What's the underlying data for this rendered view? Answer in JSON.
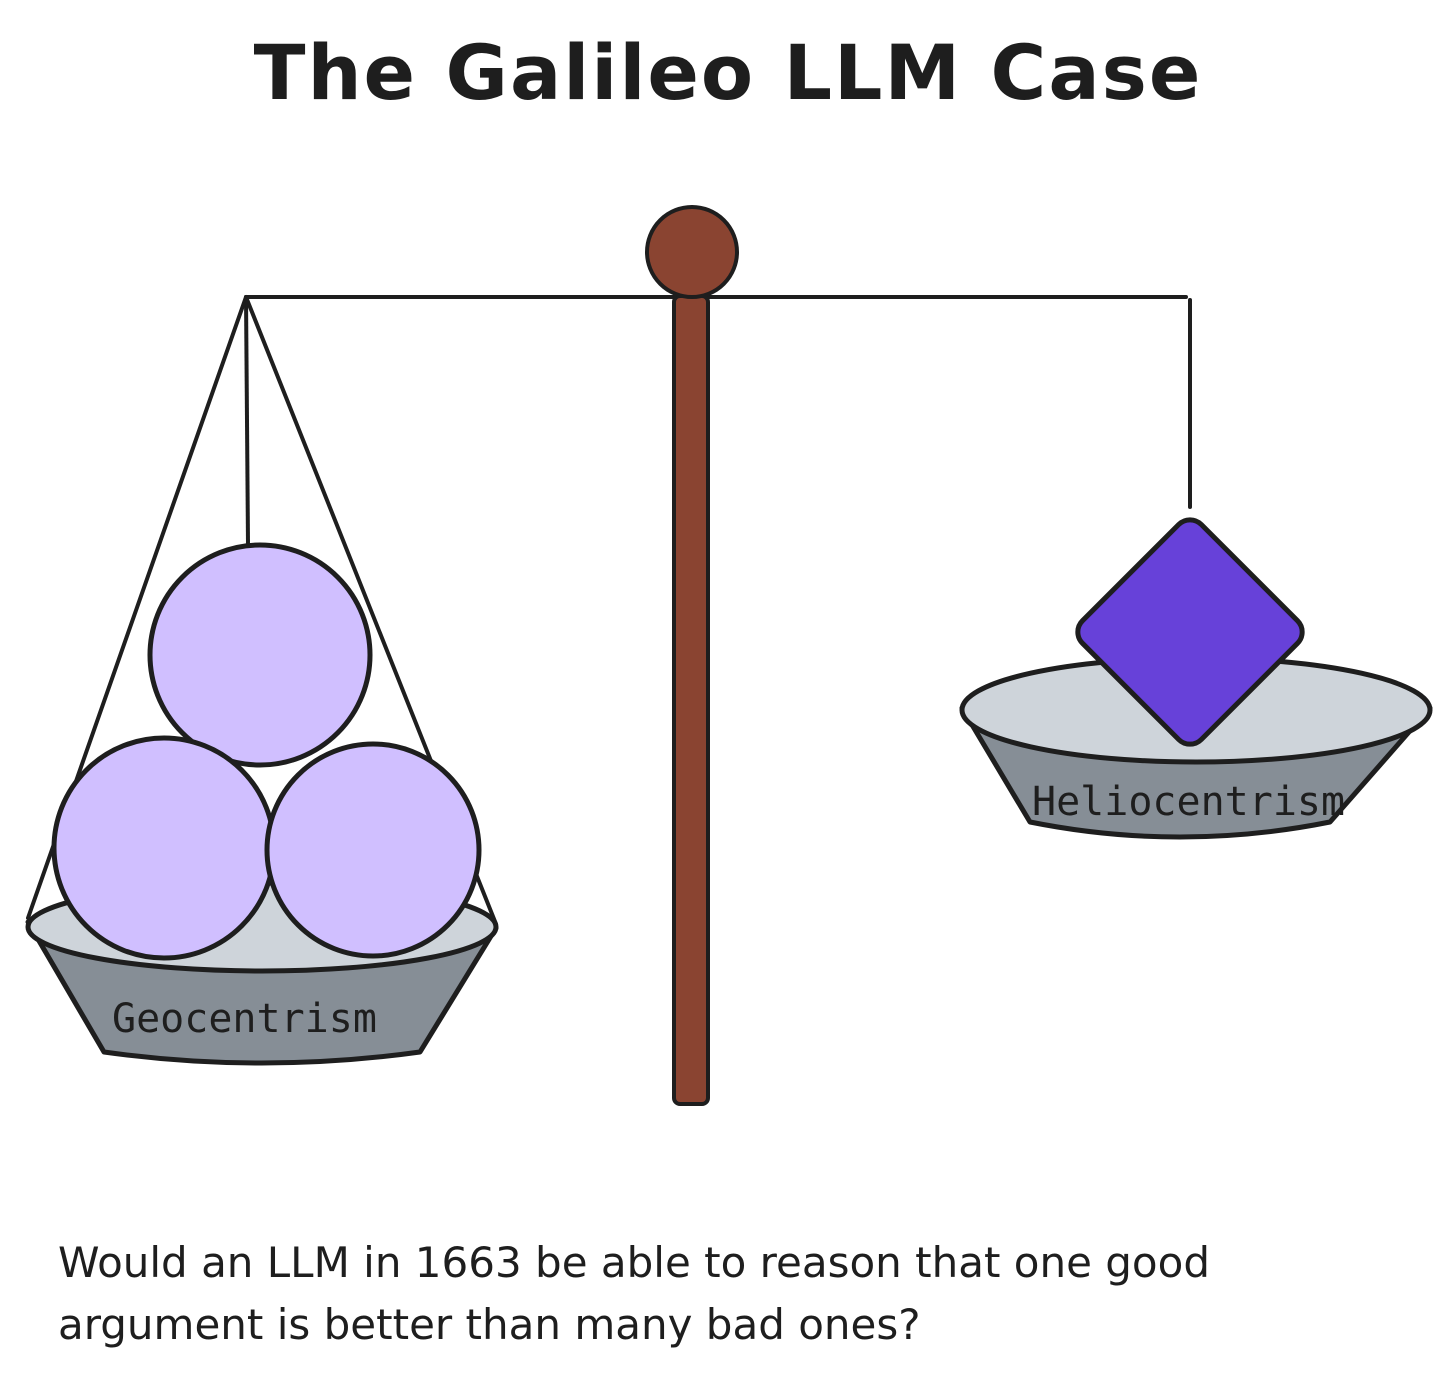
{
  "diagram": {
    "title": "The Galileo LLM Case",
    "left_pan_label": "Geocentrism",
    "right_pan_label": "Heliocentrism",
    "caption_line1": "Would an LLM in 1663 be able to reason that one good",
    "caption_line2": "argument is better than many bad ones?"
  },
  "colors": {
    "post": "#8a4431",
    "outline": "#1e1e1e",
    "pan_inner": "#ced4da",
    "pan_outer": "#868e96",
    "balls": "#d0bfff",
    "diamond": "#6741d9"
  }
}
